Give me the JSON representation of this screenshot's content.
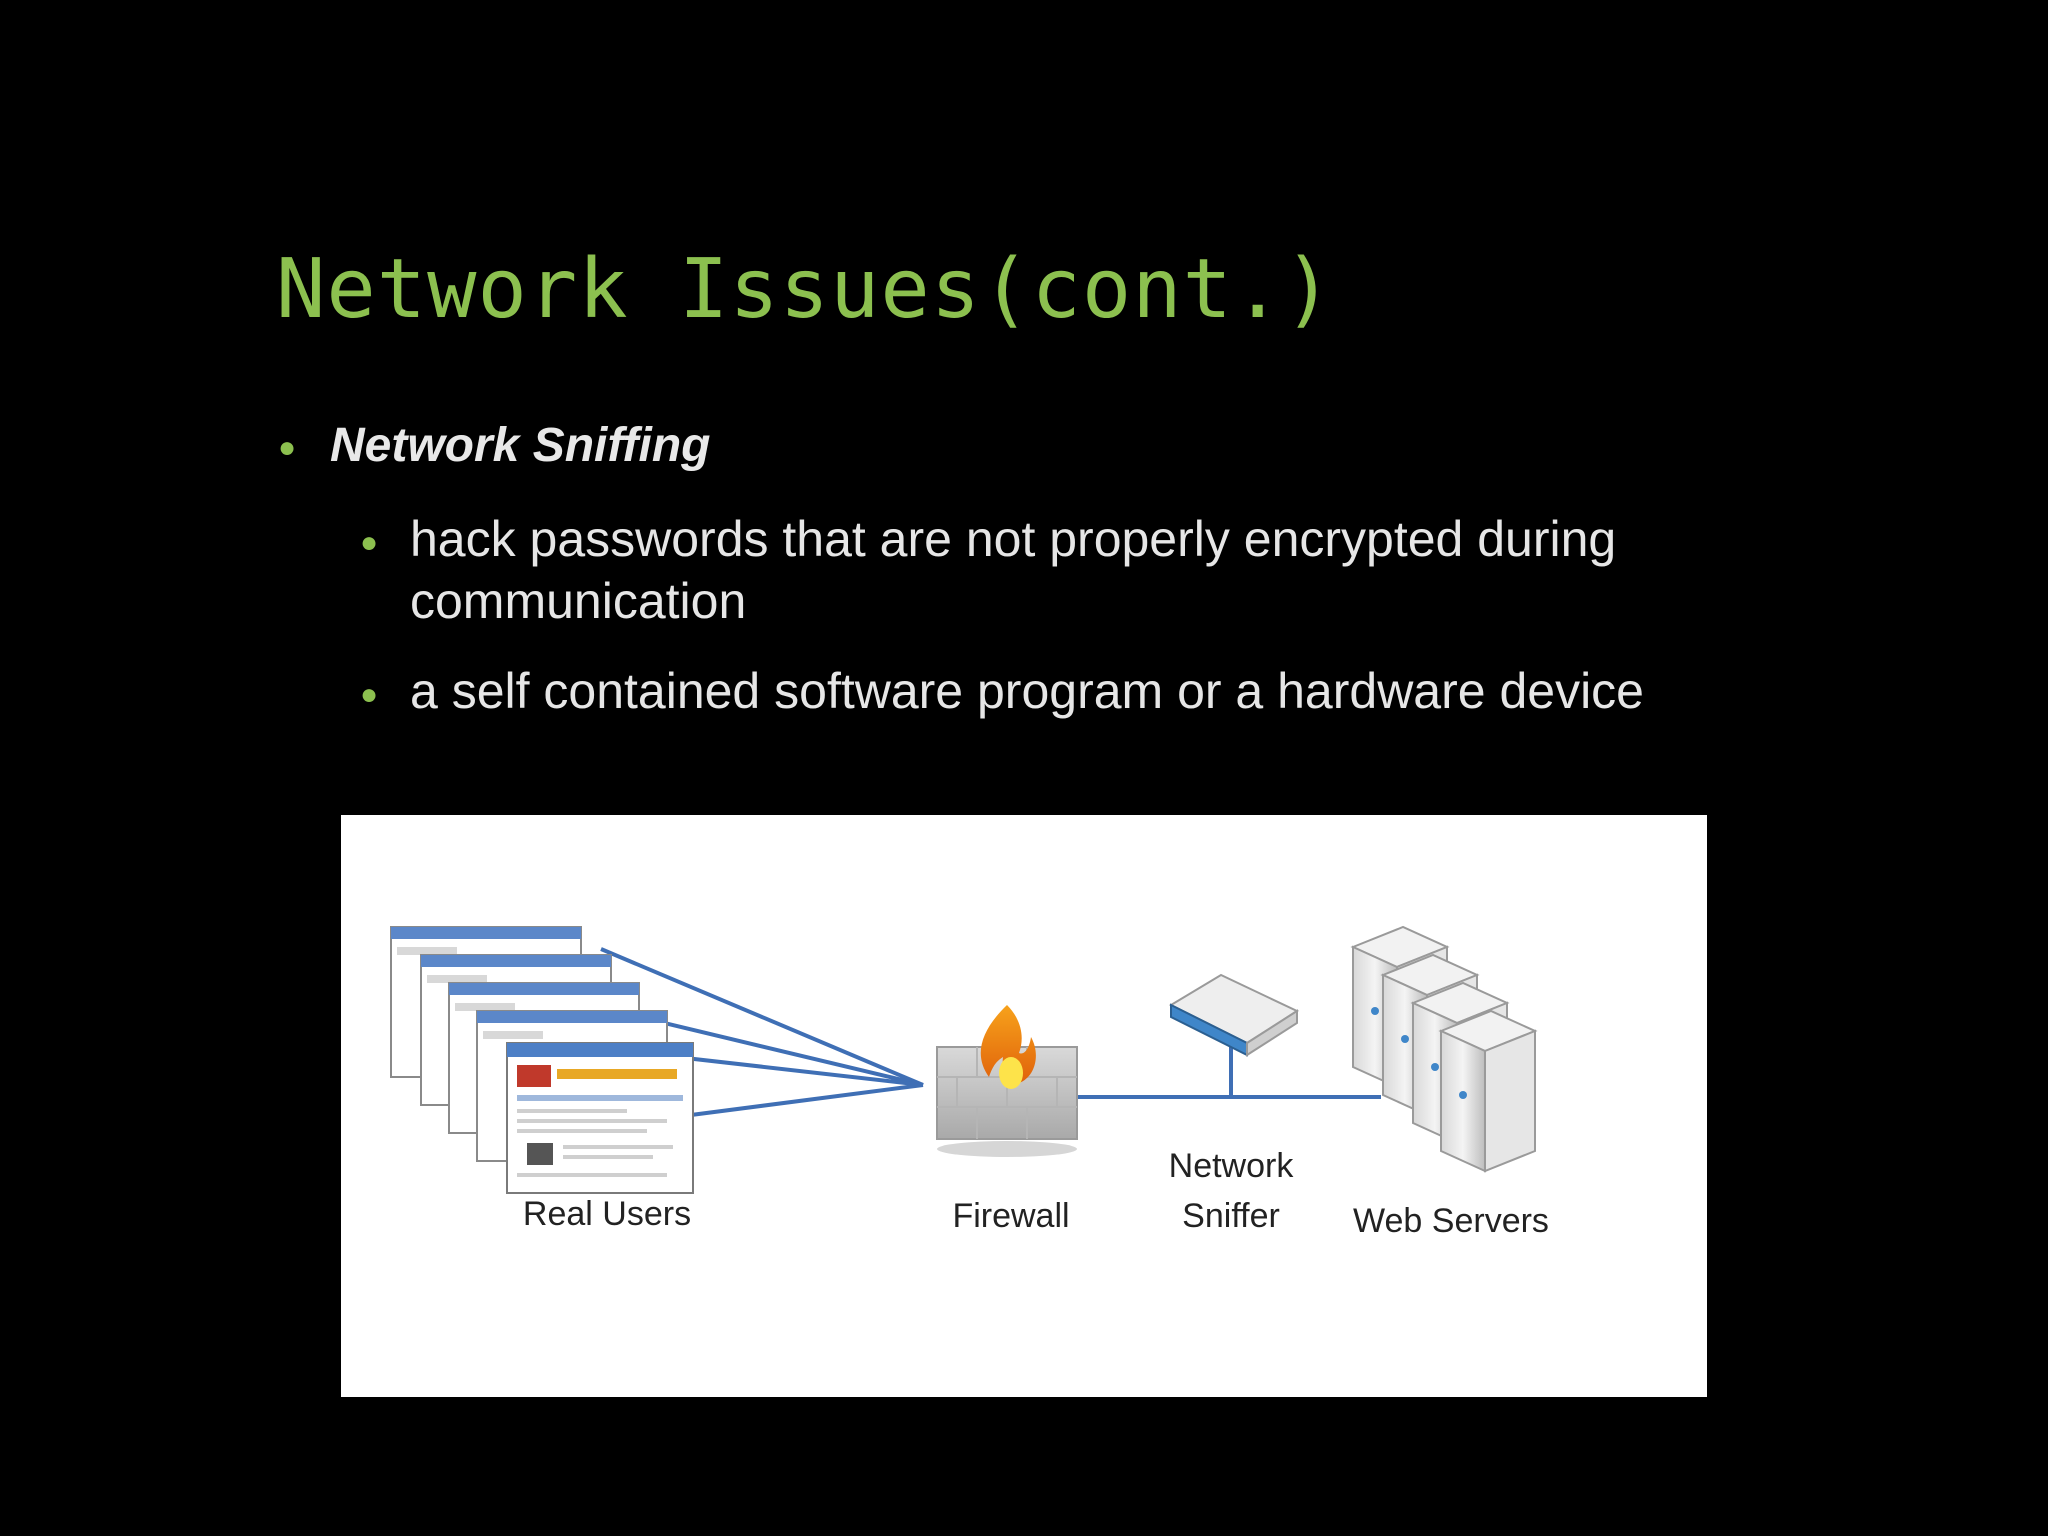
{
  "slide": {
    "title": "Network Issues(cont.)",
    "bullets": [
      {
        "text": "Network Sniffing",
        "children": [
          {
            "text": "hack passwords that are not properly encrypted during communication"
          },
          {
            "text": "a self contained software program or a hardware device"
          }
        ]
      }
    ]
  },
  "diagram": {
    "labels": {
      "real_users": "Real Users",
      "firewall": "Firewall",
      "network_sniffer_line1": "Network",
      "network_sniffer_line2": "Sniffer",
      "web_servers": "Web Servers"
    }
  },
  "colors": {
    "background": "#000000",
    "accent_green": "#8cc04f",
    "text_light": "#e6e6e6",
    "connector_blue": "#3f6fb5"
  }
}
